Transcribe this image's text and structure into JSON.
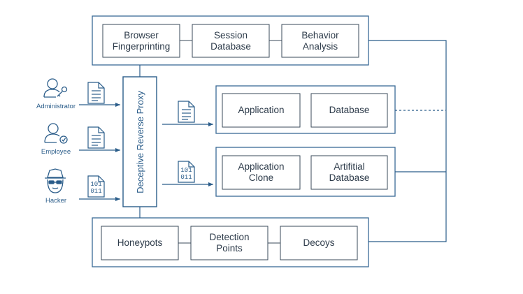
{
  "top_group": {
    "items": [
      {
        "label": "Browser\nFingerprinting"
      },
      {
        "label": "Session\nDatabase"
      },
      {
        "label": "Behavior\nAnalysis"
      }
    ]
  },
  "actors": [
    {
      "name": "Administrator"
    },
    {
      "name": "Employee"
    },
    {
      "name": "Hacker"
    }
  ],
  "proxy": {
    "label": "Deceptive Reverse Proxy"
  },
  "real_backend": {
    "items": [
      {
        "label": "Application"
      },
      {
        "label": "Database"
      }
    ]
  },
  "clone_backend": {
    "items": [
      {
        "label": "Application\nClone"
      },
      {
        "label": "Artifitial\nDatabase"
      }
    ]
  },
  "bottom_group": {
    "items": [
      {
        "label": "Honeypots"
      },
      {
        "label": "Detection\nPoints"
      },
      {
        "label": "Decoys"
      }
    ]
  },
  "binary_text": {
    "line1": "101",
    "line2": "011"
  },
  "colors": {
    "stroke": "#2b5d8a",
    "box_border": "#3a4a5a",
    "text": "#2d3b4a"
  },
  "icons": [
    "administrator-icon",
    "employee-icon",
    "hacker-icon",
    "document-icon",
    "binary-document-icon"
  ]
}
